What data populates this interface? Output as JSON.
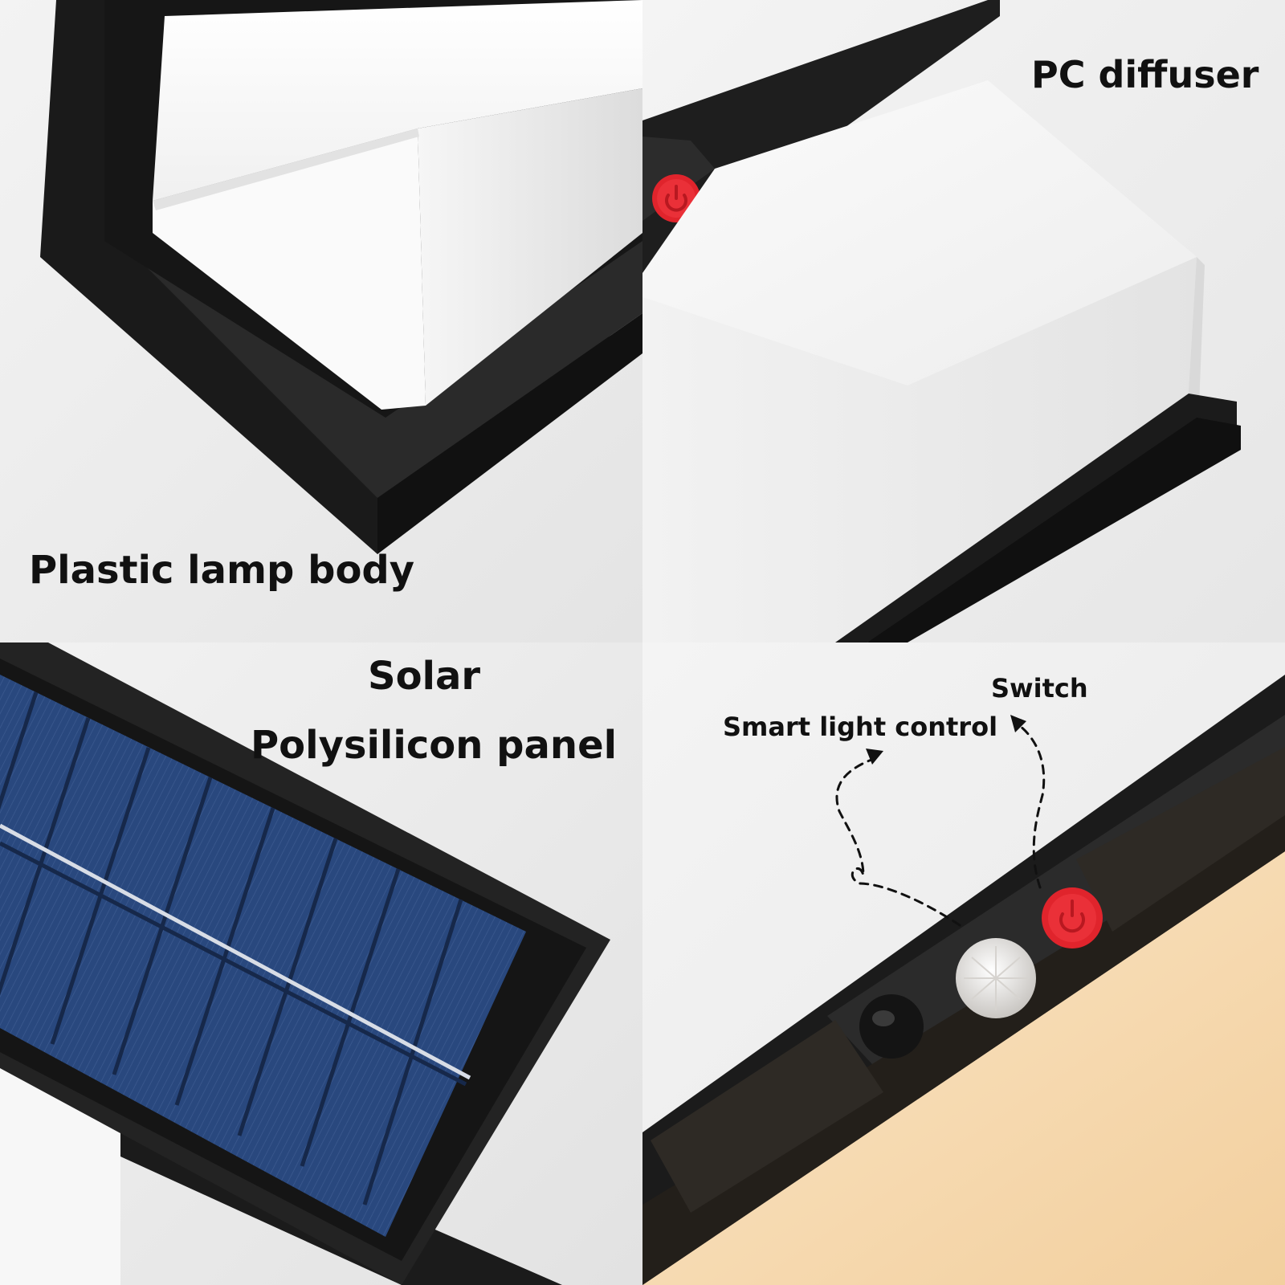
{
  "panels": {
    "lamp_body": {
      "caption": "Plastic lamp body"
    },
    "diffuser": {
      "caption": "PC diffuser"
    },
    "solar": {
      "caption_line1": "Solar",
      "caption_line2": "Polysilicon panel"
    },
    "controls": {
      "light_control_label": "Smart light control",
      "switch_label": "Switch"
    }
  },
  "colors": {
    "frame_black": "#1c1c1c",
    "diffuser_white": "#f7f7f7",
    "backdrop_grey": "#ececec",
    "solar_blue": "#2c4a7c",
    "switch_red": "#e0242c",
    "warm_glow": "#f8e0bd"
  },
  "icons": [
    "power-icon",
    "pir-sensor-icon",
    "light-sensor-icon",
    "dashed-arrow-icon"
  ]
}
